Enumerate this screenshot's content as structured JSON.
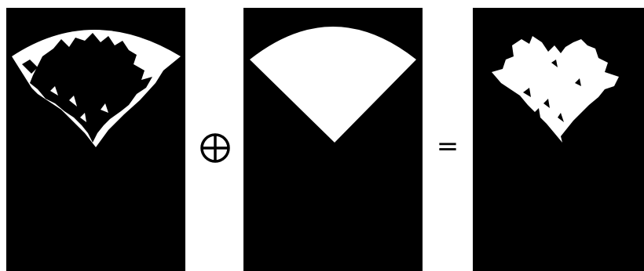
{
  "operators": {
    "xor": "⊕",
    "equals": "="
  },
  "colors": {
    "background": "#000000",
    "foreground": "#ffffff",
    "page": "#ffffff"
  },
  "panels": [
    {
      "role": "input-mask",
      "description_icon": "foliage-in-sector-icon"
    },
    {
      "role": "sector-mask",
      "description_icon": "sector-icon"
    },
    {
      "role": "result-mask",
      "description_icon": "xor-result-icon"
    }
  ]
}
